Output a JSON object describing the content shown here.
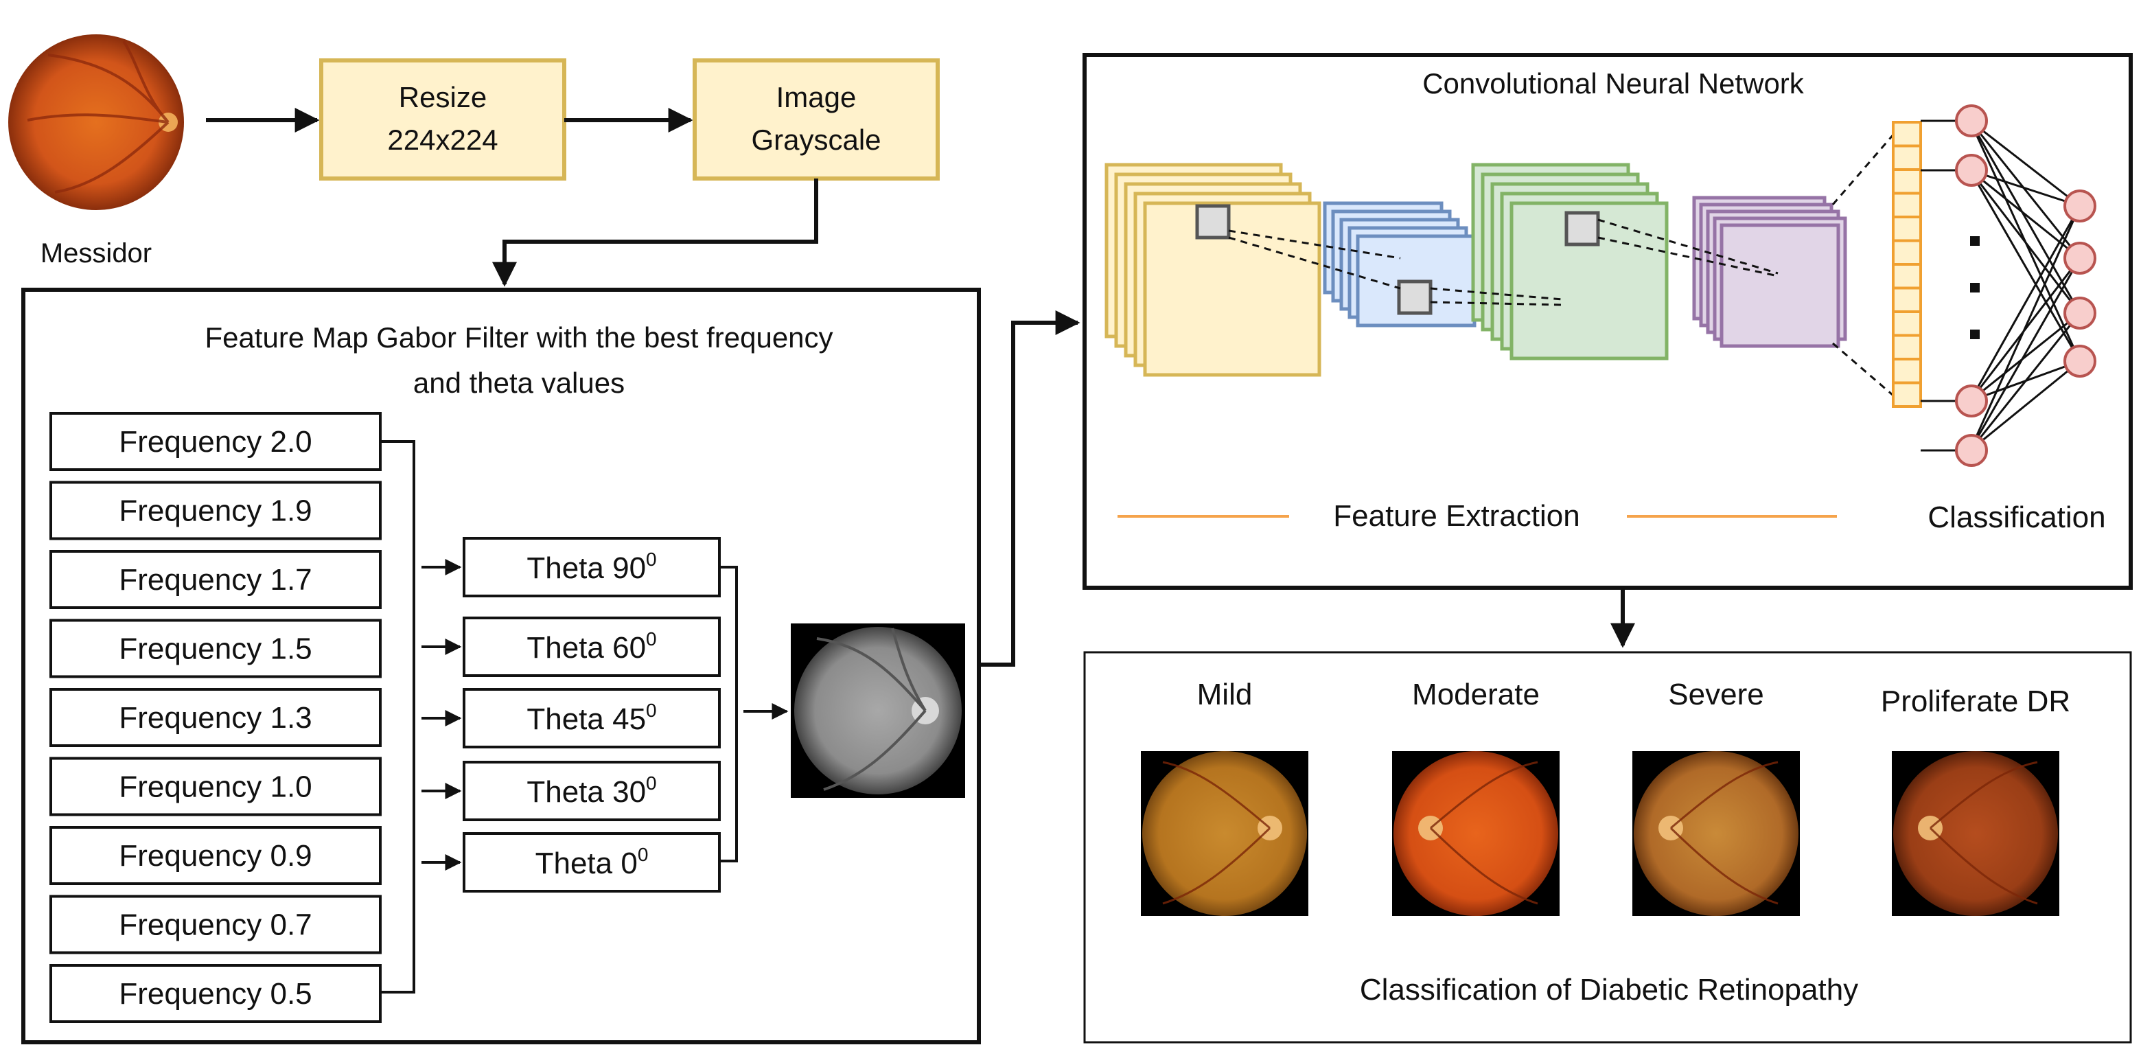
{
  "input": {
    "label": "Messidor"
  },
  "preprocess": {
    "resize": [
      "Resize",
      "224x224"
    ],
    "grayscale": [
      "Image",
      "Grayscale"
    ]
  },
  "gabor": {
    "title": [
      "Feature Map Gabor Filter with the best frequency",
      "and theta values"
    ],
    "frequencies": [
      "Frequency 2.0",
      "Frequency 1.9",
      "Frequency 1.7",
      "Frequency 1.5",
      "Frequency 1.3",
      "Frequency 1.0",
      "Frequency 0.9",
      "Frequency 0.7",
      "Frequency 0.5"
    ],
    "thetas": [
      {
        "label": "Theta 90",
        "sup": "0"
      },
      {
        "label": "Theta 60",
        "sup": "0"
      },
      {
        "label": "Theta 45",
        "sup": "0"
      },
      {
        "label": "Theta 30",
        "sup": "0"
      },
      {
        "label": "Theta 0",
        "sup": "0"
      }
    ]
  },
  "cnn": {
    "title": "Convolutional Neural Network",
    "feature_extraction": "Feature Extraction",
    "classification": "Classification",
    "ellipsis": ".\n.\n."
  },
  "results": {
    "title": "Classification of Diabetic Retinopathy",
    "classes": [
      "Mild",
      "Moderate",
      "Severe",
      "Proliferate DR"
    ]
  },
  "colors": {
    "box_yellow_fill": "#fff2cc",
    "box_yellow_stroke": "#d6b656",
    "blue_fill": "#dae8fc",
    "blue_stroke": "#6c8ebf",
    "green_fill": "#d5e8d4",
    "green_stroke": "#82b366",
    "purple_fill": "#e1d5e7",
    "purple_stroke": "#9673a6",
    "node_fill": "#f8cecc",
    "node_stroke": "#b85450",
    "orange_line": "#f5a34b"
  }
}
